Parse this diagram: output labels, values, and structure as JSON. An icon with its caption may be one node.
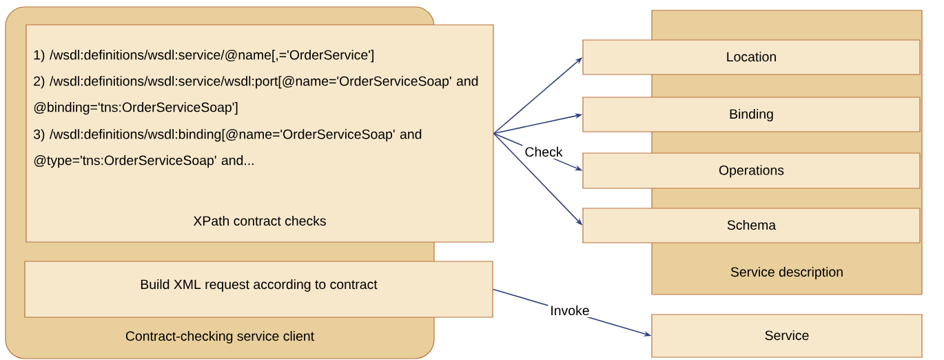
{
  "diagram": {
    "nodes": [
      {
        "text": [
          "Contract-checking service client"
        ]
      },
      {
        "text": [
          "1) /wsdl:definitions/wsdl:service/@name[,='OrderService']",
          "2) /wsdl:definitions/wsdl:service/wsdl:port[@name='OrderServiceSoap' and @binding='tns:OrderServiceSoap']",
          "3) /wsdl:definitions/wsdl:binding[@name='OrderServiceSoap' and @type='tns:OrderServiceSoap' and...",
          "XPath contract checks"
        ]
      },
      {
        "text": [
          "Build XML request according to contract"
        ]
      },
      {
        "text": [
          "Service description"
        ]
      },
      {
        "text": [
          "Location"
        ]
      },
      {
        "text": [
          "Binding"
        ]
      },
      {
        "text": [
          "Operations"
        ]
      },
      {
        "text": [
          "Schema"
        ]
      },
      {
        "text": [
          "Service"
        ]
      }
    ],
    "edges": [
      {
        "from": 1,
        "to": 4,
        "arrow": "to"
      },
      {
        "from": 1,
        "to": 5,
        "arrow": "to"
      },
      {
        "from": 1,
        "to": 6,
        "arrow": "to",
        "label": "Check"
      },
      {
        "from": 1,
        "to": 7,
        "arrow": "to"
      },
      {
        "from": 2,
        "to": 8,
        "arrow": "to",
        "label": "Invoke"
      }
    ]
  }
}
